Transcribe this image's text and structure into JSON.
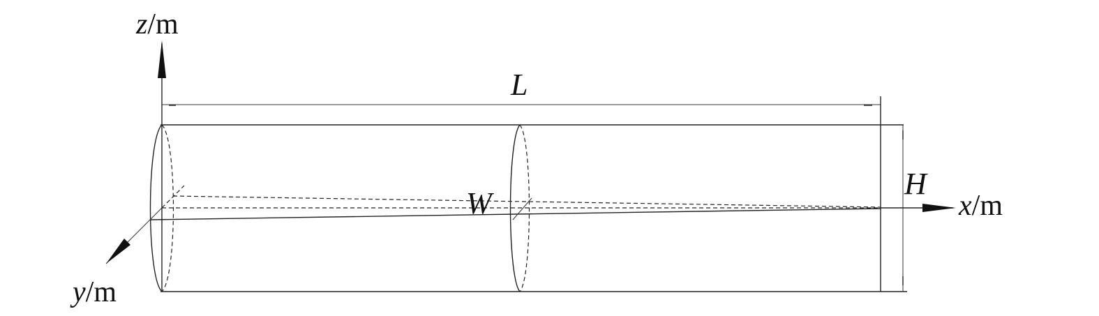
{
  "labels": {
    "z_axis_var": "z",
    "z_axis_unit": "/m",
    "y_axis_var": "y",
    "y_axis_unit": "/m",
    "x_axis_var": "x",
    "x_axis_unit": "/m",
    "length": "L",
    "height": "H",
    "width": "W"
  }
}
